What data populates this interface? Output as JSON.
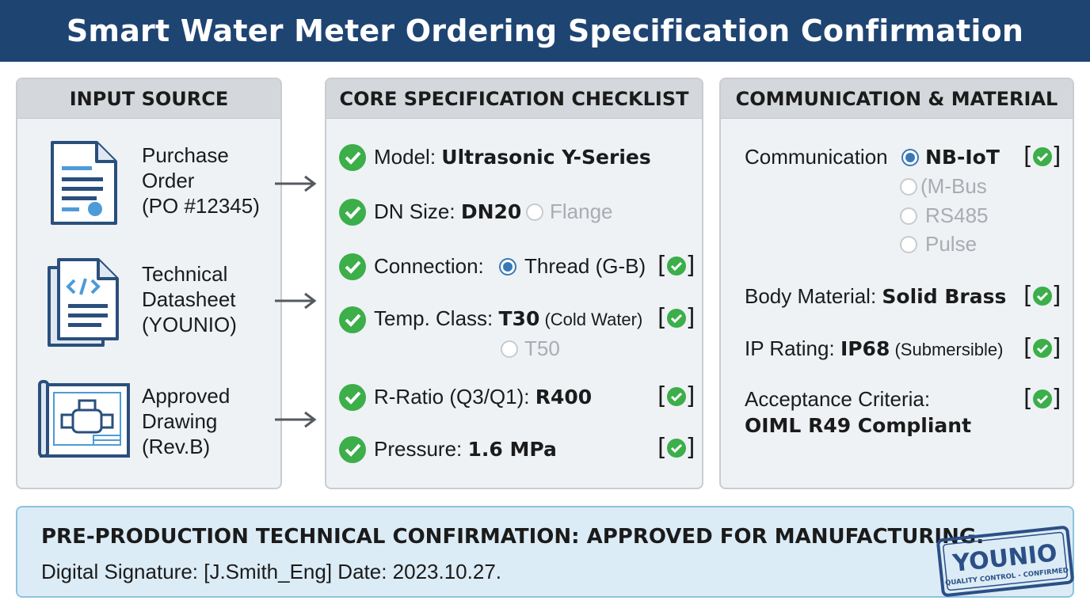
{
  "title": "Smart Water Meter Ordering Specification Confirmation",
  "input_source": {
    "heading": "INPUT SOURCE",
    "items": [
      {
        "label": "Purchase\nOrder\n(PO #12345)",
        "icon": "document-icon"
      },
      {
        "label": "Technical\nDatasheet\n(YOUNIO)",
        "icon": "code-document-icon"
      },
      {
        "label": "Approved\nDrawing\n(Rev.B)",
        "icon": "blueprint-icon"
      }
    ]
  },
  "core": {
    "heading": "CORE SPECIFICATION CHECKLIST",
    "model_label": "Model: ",
    "model_value": "Ultrasonic Y-Series",
    "dn_label": "DN Size: ",
    "dn_value": "DN20",
    "dn_alt": "Flange",
    "connection_label": "Connection: ",
    "connection_value": "Thread (G-B)",
    "temp_label": "Temp. Class: ",
    "temp_value": "T30",
    "temp_note": " (Cold Water)",
    "temp_alt": "T50",
    "ratio_label": "R-Ratio (Q3/Q1): ",
    "ratio_value": "R400",
    "pressure_label": "Pressure: ",
    "pressure_value": "1.6 MPa"
  },
  "comm": {
    "heading": "COMMUNICATION & MATERIAL",
    "communication_label": "Communication",
    "communication_value": "NB-IoT",
    "communication_alts": [
      "(M-Bus",
      "RS485",
      "Pulse"
    ],
    "body_label": "Body Material: ",
    "body_value": "Solid Brass",
    "ip_label": "IP Rating: ",
    "ip_value": "IP68",
    "ip_note": " (Submersible)",
    "acceptance_label": "Acceptance Criteria:",
    "acceptance_value": "OIML R49 Compliant"
  },
  "footer": {
    "confirmation": "PRE-PRODUCTION TECHNICAL CONFIRMATION: APPROVED FOR MANUFACTURING.",
    "signature": "Digital Signature: [J.Smith_Eng] Date: 2023.10.27.",
    "stamp_brand": "YOUNIO",
    "stamp_text": "QUALITY CONTROL - CONFIRMED"
  },
  "colors": {
    "title_bar": "#1e4472",
    "check_green": "#3cae4a",
    "radio_blue": "#3a78b5",
    "stamp_blue": "#2b4f86",
    "footer_bg": "#dcecf6"
  }
}
